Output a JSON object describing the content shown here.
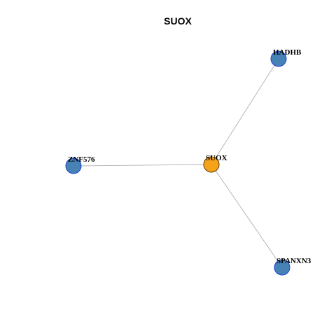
{
  "graph": {
    "title": "SUOX",
    "colors": {
      "center_fill": "#F5A31A",
      "center_stroke": "#5a3c00",
      "neighbor_fill": "#4682B4",
      "neighbor_stroke": "#1f3fd6",
      "edge": "#b0b0b0"
    },
    "nodes": [
      {
        "id": "SUOX",
        "label": "SUOX",
        "role": "center"
      },
      {
        "id": "HADHB",
        "label": "HADHB",
        "role": "neighbor"
      },
      {
        "id": "ZNF576",
        "label": "ZNF576",
        "role": "neighbor"
      },
      {
        "id": "SPANXN3",
        "label": "SPANXN3",
        "role": "neighbor"
      }
    ],
    "edges": [
      {
        "source": "SUOX",
        "target": "HADHB"
      },
      {
        "source": "SUOX",
        "target": "ZNF576"
      },
      {
        "source": "SUOX",
        "target": "SPANXN3"
      }
    ]
  }
}
